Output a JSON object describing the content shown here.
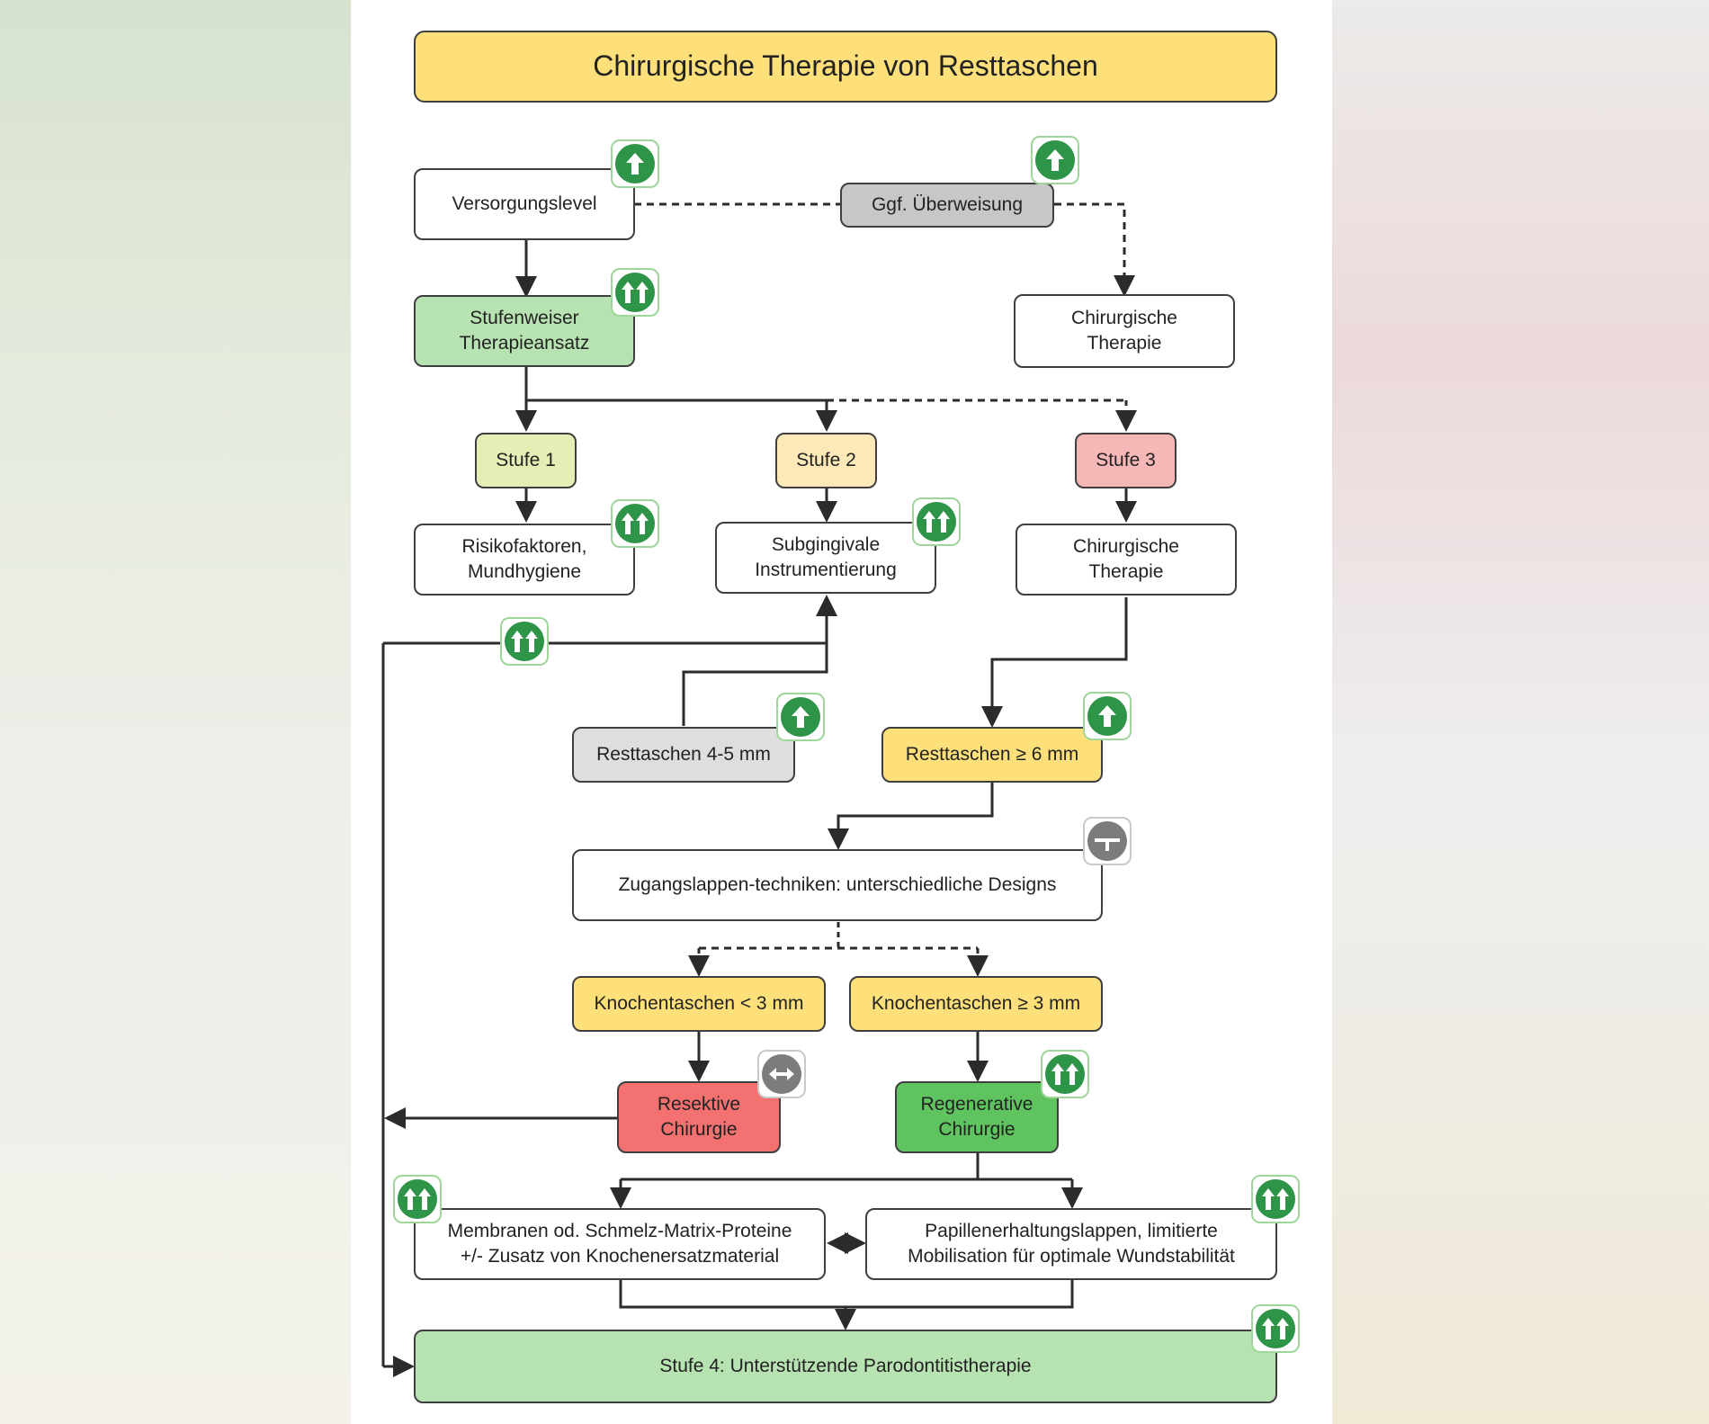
{
  "title": "Chirurgische Therapie von Resttaschen",
  "nodes": {
    "versorgung": "Versorgungslevel",
    "ueberweisung": "Ggf. Überweisung",
    "stufenweise": "Stufenweiser\nTherapieansatz",
    "chir_top": "Chirurgische\nTherapie",
    "stufe1": "Stufe 1",
    "stufe2": "Stufe 2",
    "stufe3": "Stufe 3",
    "risiko": "Risikofaktoren,\nMundhygiene",
    "subging": "Subgingivale\nInstrumentierung",
    "chir_mid": "Chirurgische\nTherapie",
    "rest45": "Resttaschen 4-5 mm",
    "rest6": "Resttaschen ≥ 6 mm",
    "zugang": "Zugangslappen-techniken: unterschiedliche Designs",
    "knochen_lt": "Knochentaschen < 3 mm",
    "knochen_ge": "Knochentaschen ≥ 3 mm",
    "resektiv": "Resektive\nChirurgie",
    "regenerativ": "Regenerative\nChirurgie",
    "membranen": "Membranen od. Schmelz-Matrix-Proteine\n+/- Zusatz von Knochenersatzmaterial",
    "papillen": "Papillenerhaltungslappen, limitierte\nMobilisation für optimale Wundstabilität",
    "stufe4": "Stufe 4: Unterstützende Parodontitistherapie"
  },
  "colors": {
    "title_bg": "#fde07a",
    "green_light": "#b7e2b1",
    "green_dark": "#5fc45f",
    "gray_box": "#c7c7c7",
    "gray_light": "#dedede",
    "yellow": "#fde07a",
    "stufe1": "#e3efb5",
    "stufe2": "#fde9b7",
    "stufe3": "#f6b7b7",
    "red": "#f37171",
    "white": "#ffffff",
    "badge_green": "#2e9447",
    "badge_gray": "#7c7c7c"
  },
  "badges": [
    {
      "id": "b-versorgung",
      "icon": "single-up-arrow-icon",
      "tone": "green"
    },
    {
      "id": "b-ueberweisung",
      "icon": "single-up-arrow-icon",
      "tone": "green"
    },
    {
      "id": "b-stufenweise",
      "icon": "double-up-arrow-icon",
      "tone": "green"
    },
    {
      "id": "b-risiko",
      "icon": "double-up-arrow-icon",
      "tone": "green"
    },
    {
      "id": "b-subging",
      "icon": "double-up-arrow-icon",
      "tone": "green"
    },
    {
      "id": "b-loop",
      "icon": "double-up-arrow-icon",
      "tone": "green"
    },
    {
      "id": "b-rest45",
      "icon": "single-up-arrow-icon",
      "tone": "green"
    },
    {
      "id": "b-rest6",
      "icon": "single-up-arrow-icon",
      "tone": "green"
    },
    {
      "id": "b-zugang",
      "icon": "open-recommendation-icon",
      "tone": "gray"
    },
    {
      "id": "b-resektiv",
      "icon": "open-recommendation-icon",
      "tone": "gray"
    },
    {
      "id": "b-regenerativ",
      "icon": "double-up-arrow-icon",
      "tone": "green"
    },
    {
      "id": "b-membranen",
      "icon": "double-up-arrow-icon",
      "tone": "green"
    },
    {
      "id": "b-papillen",
      "icon": "double-up-arrow-icon",
      "tone": "green"
    },
    {
      "id": "b-stufe4",
      "icon": "double-up-arrow-icon",
      "tone": "green"
    }
  ]
}
